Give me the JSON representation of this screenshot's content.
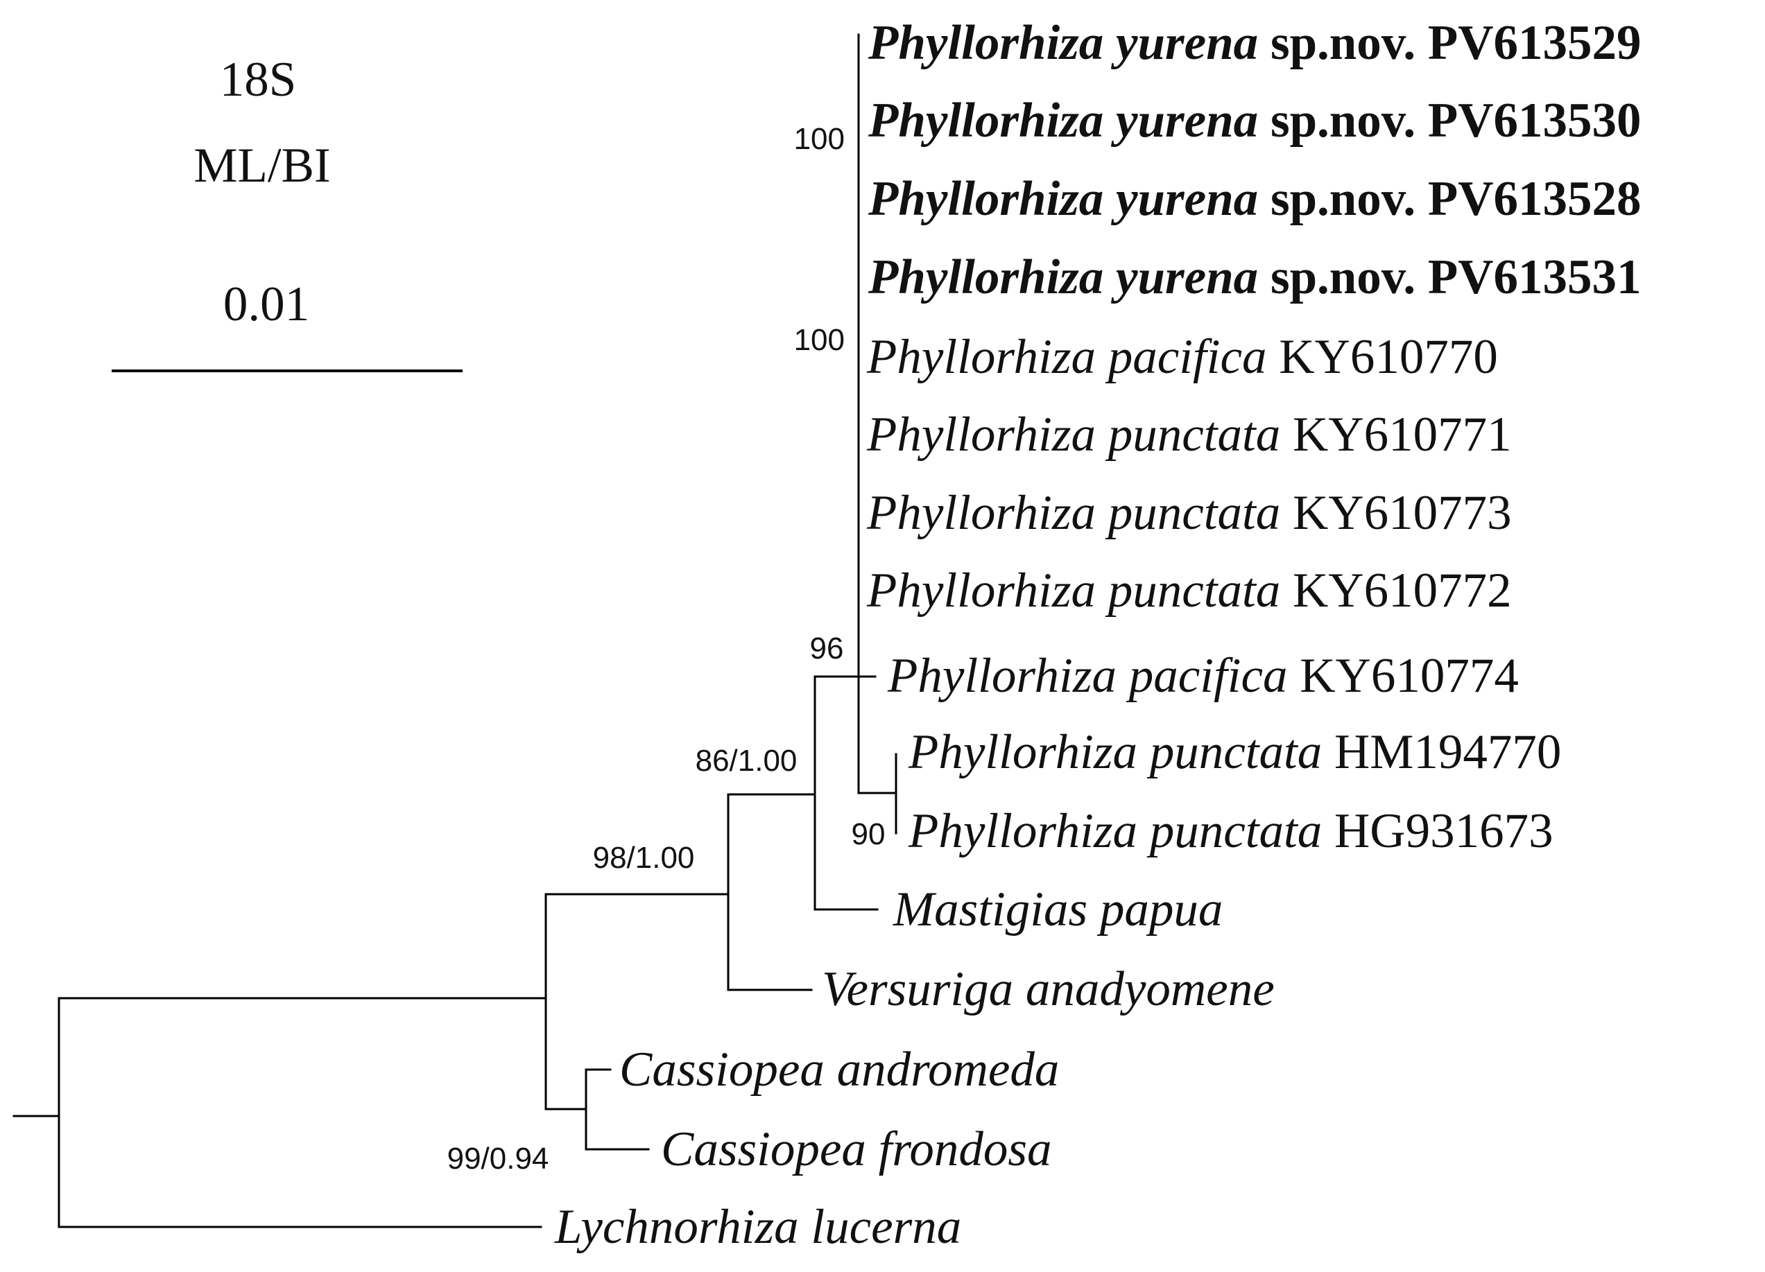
{
  "legend": {
    "marker": "18S",
    "method": "ML/BI",
    "scale_label": "0.01"
  },
  "taxa": [
    {
      "genus": "Phyllorhiza",
      "species": "yurena",
      "note": "sp.nov.",
      "accession": "PV613529",
      "highlight": true
    },
    {
      "genus": "Phyllorhiza",
      "species": "yurena",
      "note": "sp.nov.",
      "accession": "PV613530",
      "highlight": true
    },
    {
      "genus": "Phyllorhiza",
      "species": "yurena",
      "note": "sp.nov.",
      "accession": "PV613528",
      "highlight": true
    },
    {
      "genus": "Phyllorhiza",
      "species": "yurena",
      "note": "sp.nov.",
      "accession": "PV613531",
      "highlight": true
    },
    {
      "genus": "Phyllorhiza",
      "species": "pacifica",
      "note": "",
      "accession": "KY610770",
      "highlight": false
    },
    {
      "genus": "Phyllorhiza",
      "species": "punctata",
      "note": "",
      "accession": "KY610771",
      "highlight": false
    },
    {
      "genus": "Phyllorhiza",
      "species": "punctata",
      "note": "",
      "accession": "KY610773",
      "highlight": false
    },
    {
      "genus": "Phyllorhiza",
      "species": "punctata",
      "note": "",
      "accession": "KY610772",
      "highlight": false
    },
    {
      "genus": "Phyllorhiza",
      "species": "pacifica",
      "note": "",
      "accession": "KY610774",
      "highlight": false
    },
    {
      "genus": "Phyllorhiza",
      "species": "punctata",
      "note": "",
      "accession": "HM194770",
      "highlight": false
    },
    {
      "genus": "Phyllorhiza",
      "species": "punctata",
      "note": "",
      "accession": "HG931673",
      "highlight": false
    },
    {
      "genus": "Mastigias",
      "species": "papua",
      "note": "",
      "accession": "",
      "highlight": false
    },
    {
      "genus": "Versuriga",
      "species": "anadyomene",
      "note": "",
      "accession": "",
      "highlight": false
    },
    {
      "genus": "Cassiopea",
      "species": "andromeda",
      "note": "",
      "accession": "",
      "highlight": false
    },
    {
      "genus": "Cassiopea",
      "species": "frondosa",
      "note": "",
      "accession": "",
      "highlight": false
    },
    {
      "genus": "Lychnorhiza",
      "species": "lucerna",
      "note": "",
      "accession": "",
      "highlight": false
    }
  ],
  "support_values": [
    "100",
    "100",
    "96",
    "86/1.00",
    "98/1.00",
    "90",
    "99/0.94"
  ]
}
